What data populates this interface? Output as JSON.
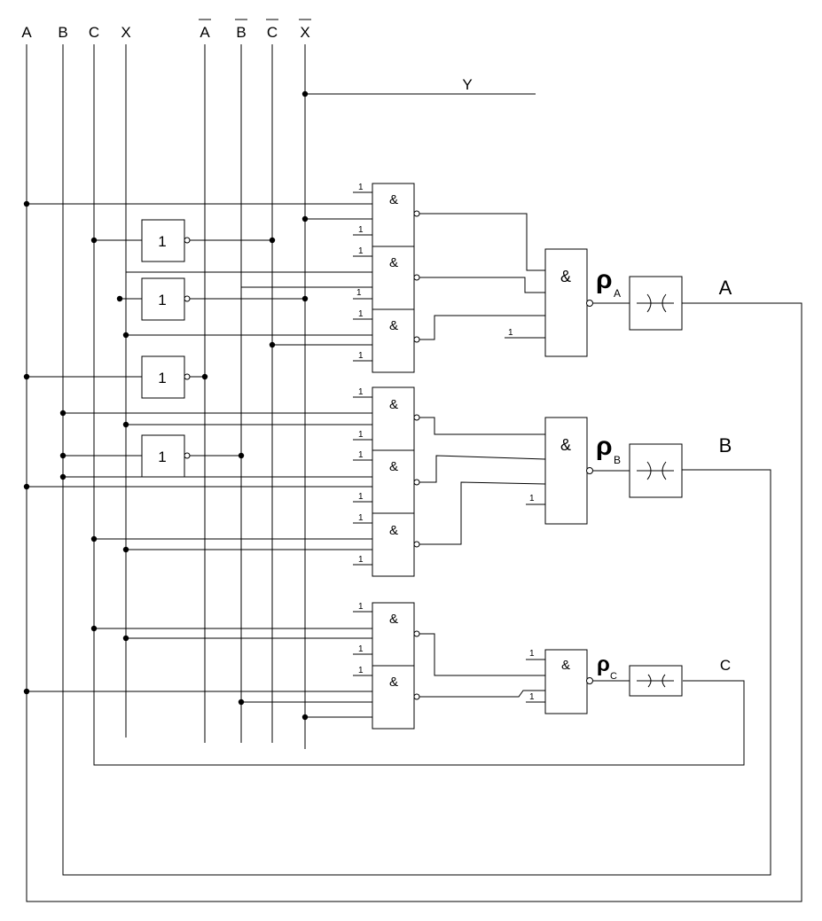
{
  "bus": {
    "labels": [
      "A",
      "B",
      "C",
      "X",
      "A",
      "B",
      "C",
      "X"
    ],
    "output": "Y"
  },
  "gates": {
    "and_symbol": "&",
    "inverter_symbol": "1",
    "const_one": "1"
  },
  "outputs": {
    "rho": "ρ",
    "subs": [
      "A",
      "B",
      "C"
    ],
    "names": [
      "A",
      "B",
      "C"
    ]
  }
}
